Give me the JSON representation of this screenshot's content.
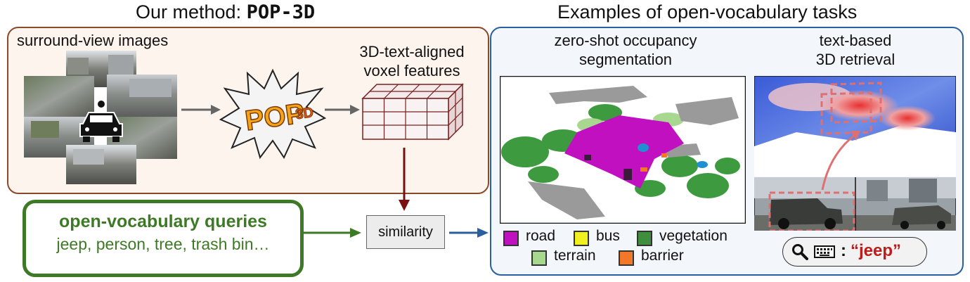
{
  "left_title": {
    "prefix": "Our method: ",
    "method": "POP-3D"
  },
  "right_title": "Examples of open-vocabulary tasks",
  "left_panel": {
    "surround_label": "surround-view images",
    "voxel_label": [
      "3D-text-aligned",
      "voxel features"
    ],
    "logo_text": {
      "main": "POP",
      "sub": "3D"
    }
  },
  "queries": {
    "title": "open-vocabulary queries",
    "examples": "jeep, person, tree, trash bin…"
  },
  "similarity": "similarity",
  "right_panel": {
    "occupancy_label": [
      "zero-shot occupancy",
      "segmentation"
    ],
    "retrieval_label": [
      "text-based",
      "3D retrieval"
    ],
    "legend": [
      {
        "label": "road",
        "color": "#c010c0"
      },
      {
        "label": "bus",
        "color": "#f0f020"
      },
      {
        "label": "vegetation",
        "color": "#3e8e3e"
      },
      {
        "label": "terrain",
        "color": "#a8d890"
      },
      {
        "label": "barrier",
        "color": "#f07828"
      }
    ],
    "search": {
      "separator": ":",
      "query": "“jeep”"
    }
  },
  "colors": {
    "left_panel_border": "#8a4a2a",
    "right_panel_border": "#2a5fa0",
    "queries_green": "#3e7a26",
    "dark_red_arrow": "#7a0f0f",
    "blue_arrow": "#2a5fa0",
    "query_red": "#c01b1b"
  }
}
